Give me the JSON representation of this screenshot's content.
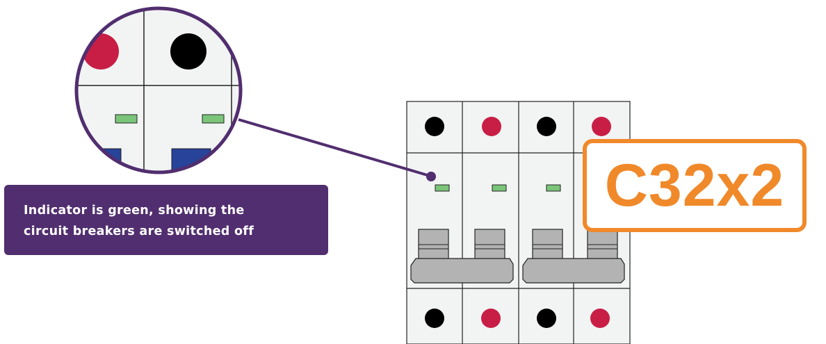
{
  "callout": {
    "line1": "Indicator is green, showing the",
    "line2": "circuit breakers are switched off"
  },
  "rating_label": "C32x2",
  "colors": {
    "purple": "#512e6f",
    "orange": "#f0892a",
    "terminal_red": "#c81e45",
    "terminal_black": "#000000",
    "indicator_green": "#7ac57a",
    "toggle_blue": "#27439a",
    "panel": "#f2f4f4",
    "handle_grey": "#b3b3b3"
  }
}
